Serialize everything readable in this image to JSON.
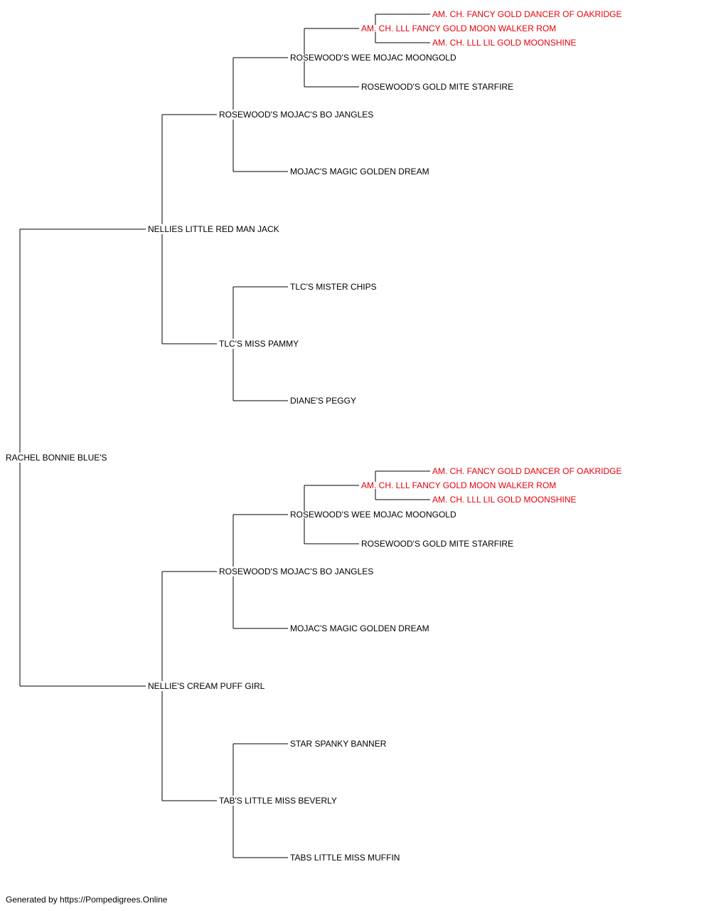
{
  "colors": {
    "normal": "#000000",
    "champion": "#e8000b",
    "line": "#000000"
  },
  "pedigree": {
    "name": "RACHEL BONNIE BLUE'S",
    "sire": {
      "name": "NELLIES LITTLE RED MAN JACK",
      "sire": {
        "name": "ROSEWOOD'S MOJAC'S BO JANGLES",
        "sire": {
          "name": "ROSEWOOD'S WEE MOJAC MOONGOLD",
          "sire": {
            "name": "AM. CH. LLL FANCY GOLD MOON WALKER ROM",
            "champion": true,
            "sire": {
              "name": "AM. CH. FANCY GOLD DANCER OF OAKRIDGE",
              "champion": true
            },
            "dam": {
              "name": "AM. CH. LLL LIL GOLD MOONSHINE",
              "champion": true
            }
          },
          "dam": {
            "name": "ROSEWOOD'S GOLD MITE STARFIRE"
          }
        },
        "dam": {
          "name": "MOJAC'S MAGIC GOLDEN DREAM"
        }
      },
      "dam": {
        "name": "TLC'S MISS PAMMY",
        "sire": {
          "name": "TLC'S MISTER CHIPS"
        },
        "dam": {
          "name": "DIANE'S PEGGY"
        }
      }
    },
    "dam": {
      "name": "NELLIE'S CREAM PUFF GIRL",
      "sire": {
        "name": "ROSEWOOD'S MOJAC'S BO JANGLES",
        "sire": {
          "name": "ROSEWOOD'S WEE MOJAC MOONGOLD",
          "sire": {
            "name": "AM. CH. LLL FANCY GOLD MOON WALKER ROM",
            "champion": true,
            "sire": {
              "name": "AM. CH. FANCY GOLD DANCER OF OAKRIDGE",
              "champion": true
            },
            "dam": {
              "name": "AM. CH. LLL LIL GOLD MOONSHINE",
              "champion": true
            }
          },
          "dam": {
            "name": "ROSEWOOD'S GOLD MITE STARFIRE"
          }
        },
        "dam": {
          "name": "MOJAC'S MAGIC GOLDEN DREAM"
        }
      },
      "dam": {
        "name": "TAB'S LITTLE MISS BEVERLY",
        "sire": {
          "name": "STAR SPANKY BANNER"
        },
        "dam": {
          "name": "TABS LITTLE MISS MUFFIN"
        }
      }
    }
  },
  "footer": "Generated by https://Pompedigrees.Online"
}
